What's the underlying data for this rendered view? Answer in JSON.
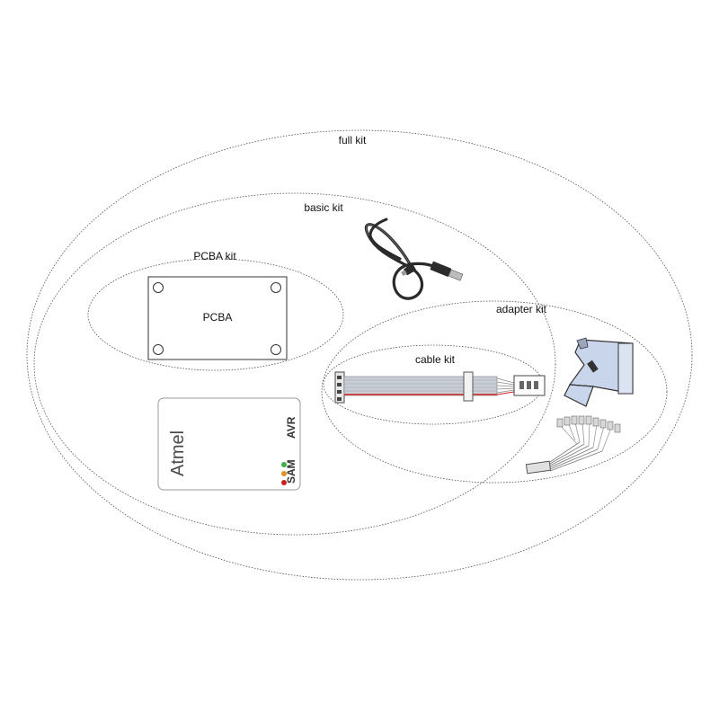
{
  "labels": {
    "full_kit": "full kit",
    "basic_kit": "basic kit",
    "pcba_kit": "PCBA kit",
    "adapter_kit": "adapter kit",
    "cable_kit": "cable kit",
    "pcba": "PCBA"
  },
  "device": {
    "logo": "Atmel",
    "avr": "AVR",
    "sam": "SAM"
  },
  "colors": {
    "led_green": "#3fae3f",
    "led_orange": "#e0902a",
    "led_red": "#cc2020",
    "cable_red_wire": "#cc2222",
    "adapter_blue": "#c9d5ea"
  }
}
